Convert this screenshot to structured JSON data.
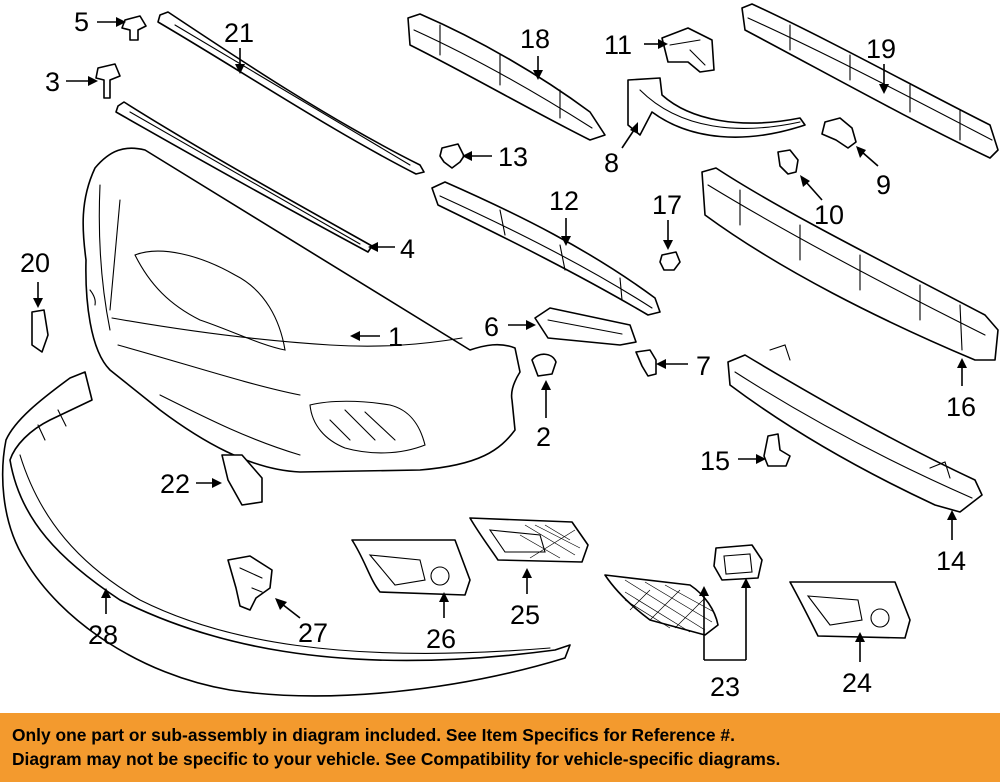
{
  "callouts": [
    {
      "id": "1",
      "label": "1"
    },
    {
      "id": "2",
      "label": "2"
    },
    {
      "id": "3",
      "label": "3"
    },
    {
      "id": "4",
      "label": "4"
    },
    {
      "id": "5",
      "label": "5"
    },
    {
      "id": "6",
      "label": "6"
    },
    {
      "id": "7",
      "label": "7"
    },
    {
      "id": "8",
      "label": "8"
    },
    {
      "id": "9",
      "label": "9"
    },
    {
      "id": "10",
      "label": "10"
    },
    {
      "id": "11",
      "label": "11"
    },
    {
      "id": "12",
      "label": "12"
    },
    {
      "id": "13",
      "label": "13"
    },
    {
      "id": "14",
      "label": "14"
    },
    {
      "id": "15",
      "label": "15"
    },
    {
      "id": "16",
      "label": "16"
    },
    {
      "id": "17",
      "label": "17"
    },
    {
      "id": "18",
      "label": "18"
    },
    {
      "id": "19",
      "label": "19"
    },
    {
      "id": "20",
      "label": "20"
    },
    {
      "id": "21",
      "label": "21"
    },
    {
      "id": "22",
      "label": "22"
    },
    {
      "id": "23",
      "label": "23"
    },
    {
      "id": "24",
      "label": "24"
    },
    {
      "id": "25",
      "label": "25"
    },
    {
      "id": "26",
      "label": "26"
    },
    {
      "id": "27",
      "label": "27"
    },
    {
      "id": "28",
      "label": "28"
    }
  ],
  "banner": {
    "line1": "Only one part or sub-assembly in diagram included. See Item Specifics for Reference #.",
    "line2": "Diagram may not be specific to your vehicle. See Compatibility for vehicle-specific diagrams."
  },
  "colors": {
    "banner_background": "#f39a2e",
    "line_art": "#000000",
    "background": "#ffffff"
  }
}
